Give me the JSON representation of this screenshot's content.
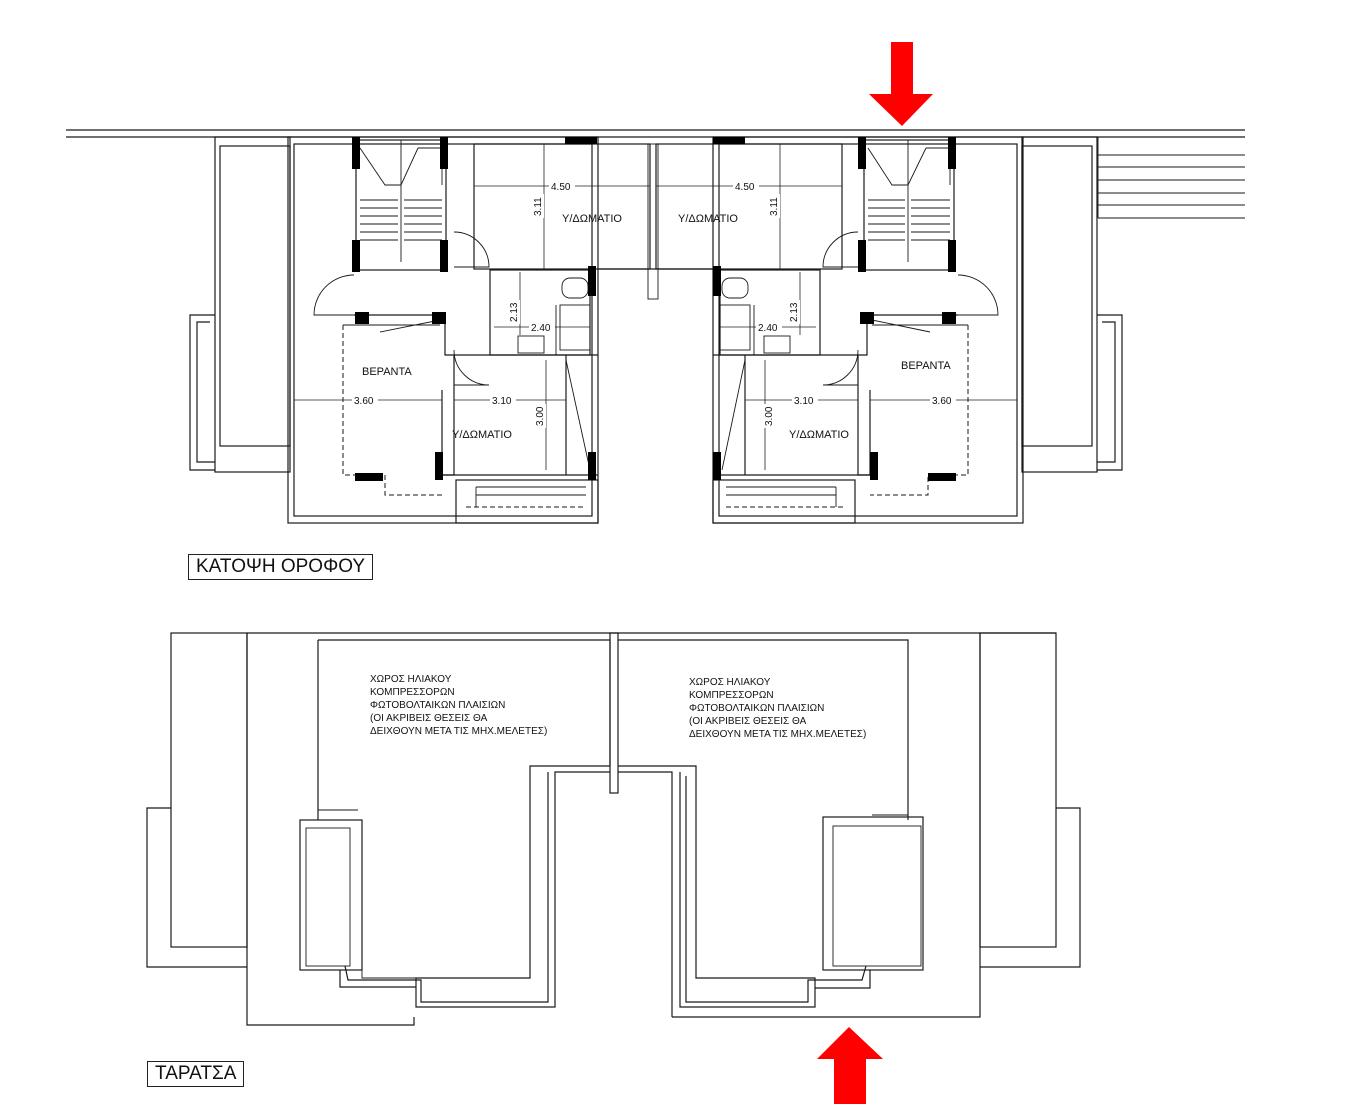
{
  "floor_plan": {
    "title": "ΚΑΤΟΨΗ ΟΡΟΦΟΥ",
    "rooms": {
      "bedroom_top_left": "Υ/ΔΩΜΑΤΙΟ",
      "bedroom_top_right": "Υ/ΔΩΜΑΤΙΟ",
      "bedroom_bottom_left": "Υ/ΔΩΜΑΤΙΟ",
      "bedroom_bottom_right": "Υ/ΔΩΜΑΤΙΟ",
      "veranda_left": "ΒΕΡΑΝΤΑ",
      "veranda_right": "ΒΕΡΑΝΤΑ"
    },
    "dimensions": {
      "top_left_width": "4.50",
      "top_left_depth": "3.11",
      "top_right_width": "4.50",
      "top_right_depth": "3.11",
      "bath_left_width": "2.40",
      "bath_left_depth": "2.13",
      "bath_right_width": "2.40",
      "bath_right_depth": "2.13",
      "bottom_left_width": "3.10",
      "bottom_left_depth": "3.00",
      "bottom_right_width": "3.10",
      "bottom_right_depth": "3.00",
      "veranda_left_width": "3.60",
      "veranda_right_width": "3.60"
    }
  },
  "roof_plan": {
    "title": "ΤΑΡΑΤΣΑ",
    "note_left": [
      "ΧΩΡΟΣ ΗΛΙΑΚΟΥ",
      "ΚΟΜΠΡΕΣΣΟΡΩΝ",
      "ΦΩΤΟΒΟΛΤΑΙΚΩΝ ΠΛΑΙΣΙΩΝ",
      "(ΟΙ ΑΚΡΙΒΕΙΣ ΘΕΣΕΙΣ ΘΑ",
      "ΔΕΙΧΘΟΥΝ ΜΕΤΑ ΤΙΣ ΜΗΧ.ΜΕΛΕΤΕΣ)"
    ],
    "note_right": [
      "ΧΩΡΟΣ ΗΛΙΑΚΟΥ",
      "ΚΟΜΠΡΕΣΣΟΡΩΝ",
      "ΦΩΤΟΒΟΛΤΑΙΚΩΝ ΠΛΑΙΣΙΩΝ",
      "(ΟΙ ΑΚΡΙΒΕΙΣ ΘΕΣΕΙΣ ΘΑ",
      "ΔΕΙΧΘΟΥΝ ΜΕΤΑ ΤΙΣ ΜΗΧ.ΜΕΛΕΤΕΣ)"
    ]
  },
  "colors": {
    "arrow": "#ff0000",
    "line": "#1a1a1a"
  }
}
